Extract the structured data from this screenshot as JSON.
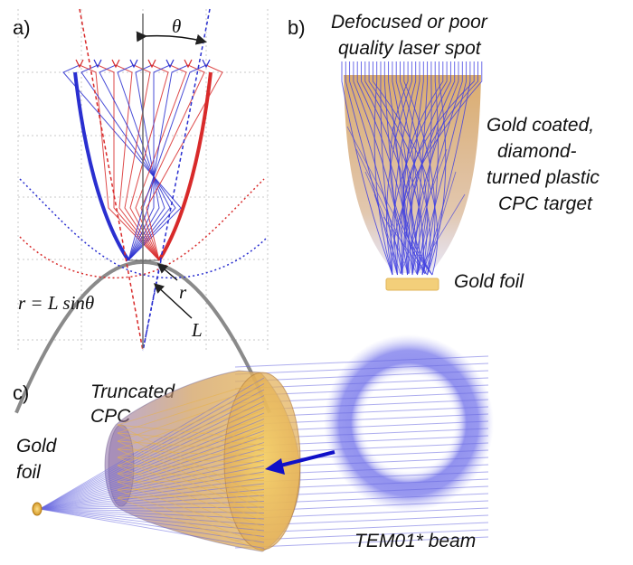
{
  "panels": {
    "a": {
      "letter": "a)",
      "theta_label": "θ",
      "formula": "r = L sinθ",
      "r_label": "r",
      "L_label": "L",
      "colors": {
        "parabola": "#8a8a8a",
        "blue": "#2a2fd0",
        "red": "#d82a2a"
      }
    },
    "b": {
      "letter": "b)",
      "caption_top": [
        "Defocused or poor",
        "quality laser spot"
      ],
      "caption_side": [
        "Gold coated,",
        "diamond-",
        "turned plastic",
        "CPC target"
      ],
      "caption_foil": "Gold foil",
      "colors": {
        "fill": "#d9a866",
        "rays": "#3f3fe0",
        "foil": "#f3cf7a"
      }
    },
    "c": {
      "letter": "c)",
      "caption_cpc": [
        "Truncated",
        "CPC"
      ],
      "caption_foil": [
        "Gold",
        "foil"
      ],
      "caption_beam": "TEM01* beam",
      "colors": {
        "cone": "#c89a5a",
        "rays": "#6a6ae0",
        "ring": "#8a8aec",
        "arrow": "#1010c8"
      }
    }
  }
}
